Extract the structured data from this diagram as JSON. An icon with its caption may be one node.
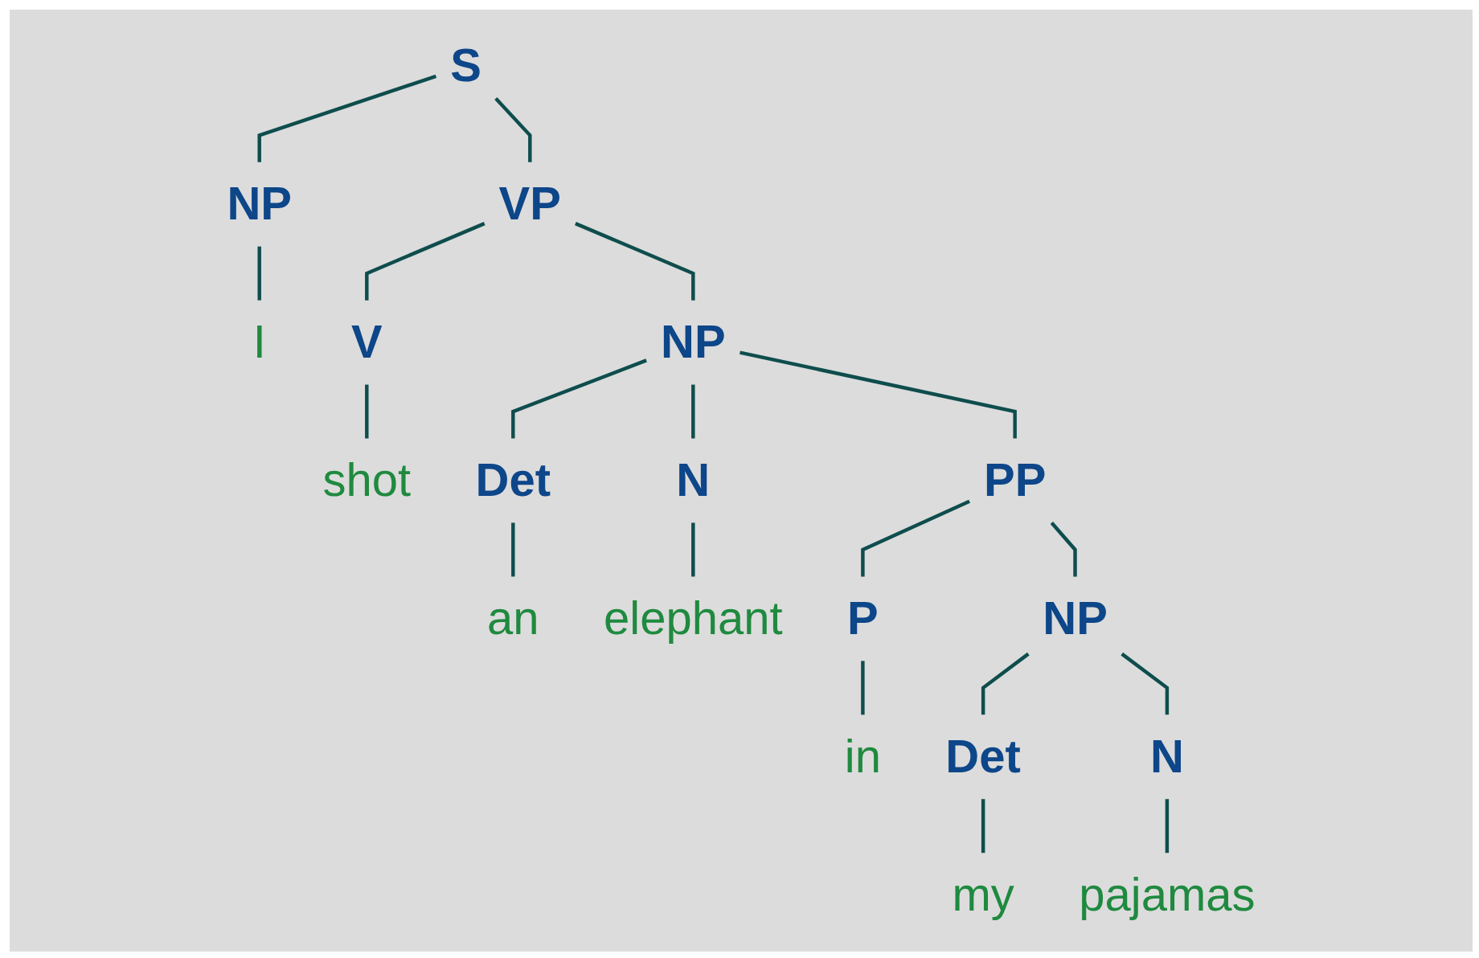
{
  "diagram": {
    "nodes": [
      {
        "text": [
          "S"
        ]
      },
      {
        "text": [
          "NP"
        ]
      },
      {
        "text": [
          "VP"
        ]
      },
      {
        "text": [
          "I"
        ]
      },
      {
        "text": [
          "V"
        ]
      },
      {
        "text": [
          "NP"
        ]
      },
      {
        "text": [
          "shot"
        ]
      },
      {
        "text": [
          "Det"
        ]
      },
      {
        "text": [
          "N"
        ]
      },
      {
        "text": [
          "PP"
        ]
      },
      {
        "text": [
          "an"
        ]
      },
      {
        "text": [
          "elephant"
        ]
      },
      {
        "text": [
          "P"
        ]
      },
      {
        "text": [
          "NP"
        ]
      },
      {
        "text": [
          "in"
        ]
      },
      {
        "text": [
          "Det"
        ]
      },
      {
        "text": [
          "N"
        ]
      },
      {
        "text": [
          "my"
        ]
      },
      {
        "text": [
          "pajamas"
        ]
      }
    ],
    "edges": [
      {
        "from": 0,
        "to": 1,
        "arrow": "none"
      },
      {
        "from": 0,
        "to": 2,
        "arrow": "none"
      },
      {
        "from": 1,
        "to": 3,
        "arrow": "none"
      },
      {
        "from": 2,
        "to": 4,
        "arrow": "none"
      },
      {
        "from": 2,
        "to": 5,
        "arrow": "none"
      },
      {
        "from": 4,
        "to": 6,
        "arrow": "none"
      },
      {
        "from": 5,
        "to": 7,
        "arrow": "none"
      },
      {
        "from": 5,
        "to": 8,
        "arrow": "none"
      },
      {
        "from": 5,
        "to": 9,
        "arrow": "none"
      },
      {
        "from": 7,
        "to": 10,
        "arrow": "none"
      },
      {
        "from": 8,
        "to": 11,
        "arrow": "none"
      },
      {
        "from": 9,
        "to": 12,
        "arrow": "none"
      },
      {
        "from": 9,
        "to": 13,
        "arrow": "none"
      },
      {
        "from": 12,
        "to": 14,
        "arrow": "none"
      },
      {
        "from": 13,
        "to": 15,
        "arrow": "none"
      },
      {
        "from": 13,
        "to": 16,
        "arrow": "none"
      },
      {
        "from": 15,
        "to": 17,
        "arrow": "none"
      },
      {
        "from": 16,
        "to": 18,
        "arrow": "none"
      }
    ]
  }
}
